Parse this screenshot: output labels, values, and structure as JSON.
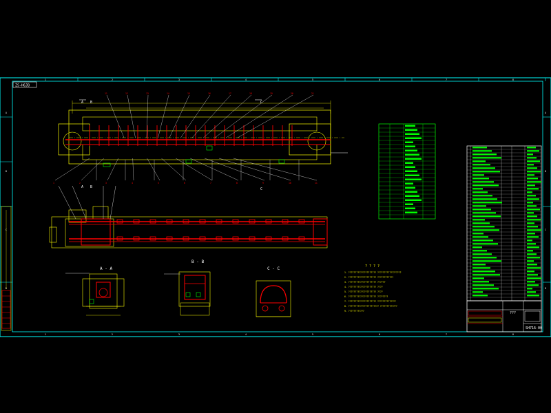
{
  "drawing": {
    "tag": "ZS-H6JB",
    "drawing_number": "SH716-00",
    "title_block_word": "???",
    "notes_heading": "? ? ? ?",
    "notes": [
      "1. ?????????????????????  ??????????????????",
      "2. ?????????????????????  ????????????",
      "3. ?????????????????????  ??????",
      "4. ?????????????????????  ????",
      "5. ?????????????????????  ????",
      "6. ?????????????????????  ????????",
      "7. ?????????????????????  ??????????????",
      "8. ???????????????????????  ?????????????",
      "9. ????????????"
    ]
  },
  "section_labels": [
    "A - A",
    "B - B",
    "C - C"
  ],
  "frame_labels": {
    "top": [
      "1",
      "2",
      "3",
      "4",
      "5",
      "6",
      "7",
      "8"
    ],
    "left": [
      "A",
      "B",
      "C",
      "D"
    ]
  },
  "balloons_top": [
    "11",
    "12",
    "13",
    "14",
    "15",
    "16",
    "17",
    "18",
    "19",
    "20",
    "21"
  ],
  "balloons_bottom": [
    "1",
    "2",
    "3",
    "4",
    "5",
    "6",
    "7",
    "8",
    "9",
    "10",
    "11"
  ],
  "view_markers": [
    "A",
    "B",
    "C"
  ],
  "colors": {
    "frame": "#00ffff",
    "outline": "#ffff00",
    "chain": "#ff0000",
    "table": "#00ff00",
    "text": "#ffffff"
  }
}
